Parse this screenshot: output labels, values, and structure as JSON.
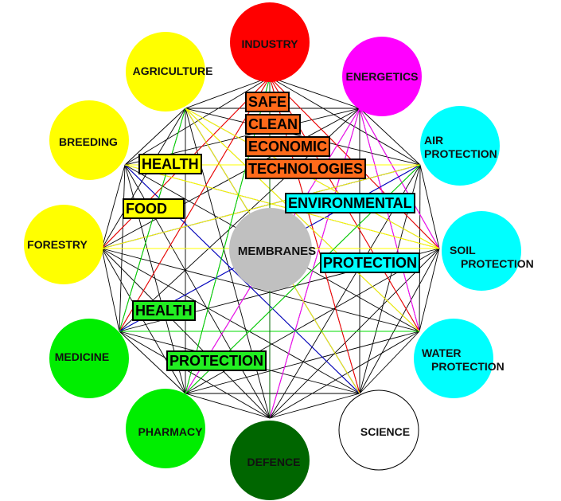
{
  "nodes": [
    {
      "id": "industry",
      "label": "INDUSTRY",
      "color": "#ff0000"
    },
    {
      "id": "energetics",
      "label": "ENERGETICS",
      "color": "#ff00ff"
    },
    {
      "id": "air",
      "label": "AIR\nPROTECTION",
      "color": "#00ffff"
    },
    {
      "id": "soil",
      "label": "SOIL\nPROTECTION",
      "color": "#00ffff"
    },
    {
      "id": "water",
      "label": "WATER\nPROTECTION",
      "color": "#00ffff"
    },
    {
      "id": "science",
      "label": "SCIENCE",
      "color": "#ffffff"
    },
    {
      "id": "defence",
      "label": "DEFENCE",
      "color": "#006600"
    },
    {
      "id": "pharmacy",
      "label": "PHARMACY",
      "color": "#00ee00"
    },
    {
      "id": "medicine",
      "label": "MEDICINE",
      "color": "#00ee00"
    },
    {
      "id": "forestry",
      "label": "FORESTRY",
      "color": "#ffff00"
    },
    {
      "id": "breeding",
      "label": "BREEDING",
      "color": "#ffff00"
    },
    {
      "id": "agriculture",
      "label": "AGRICULTURE",
      "color": "#ffff00"
    }
  ],
  "center": {
    "label": "MEMBRANES",
    "color": "#c0c0c0"
  },
  "tags": {
    "safe": "SAFE",
    "clean": "CLEAN",
    "economic": "ECONOMIC",
    "technologies": "TECHNOLOGIES",
    "health_top": "HEALTH",
    "food": "FOOD",
    "environmental": "ENVIRONMENTAL",
    "protection_right": "PROTECTION",
    "health_bottom": "HEALTH",
    "protection_bottom": "PROTECTION"
  },
  "colored_links": [
    {
      "from": "industry",
      "color": "#ff0000"
    },
    {
      "from": "energetics",
      "color": "#ff00ff"
    },
    {
      "from": "air",
      "color": "#0000cc"
    },
    {
      "from": "science",
      "color": "#0000cc"
    },
    {
      "from": "agriculture",
      "color": "#ffff00"
    },
    {
      "from": "breeding",
      "color": "#ffff00"
    },
    {
      "from": "forestry",
      "color": "#ffff00"
    },
    {
      "from": "medicine",
      "color": "#00dd00"
    },
    {
      "from": "pharmacy",
      "color": "#00dd00"
    },
    {
      "from": "defence",
      "color": "#006600"
    }
  ]
}
